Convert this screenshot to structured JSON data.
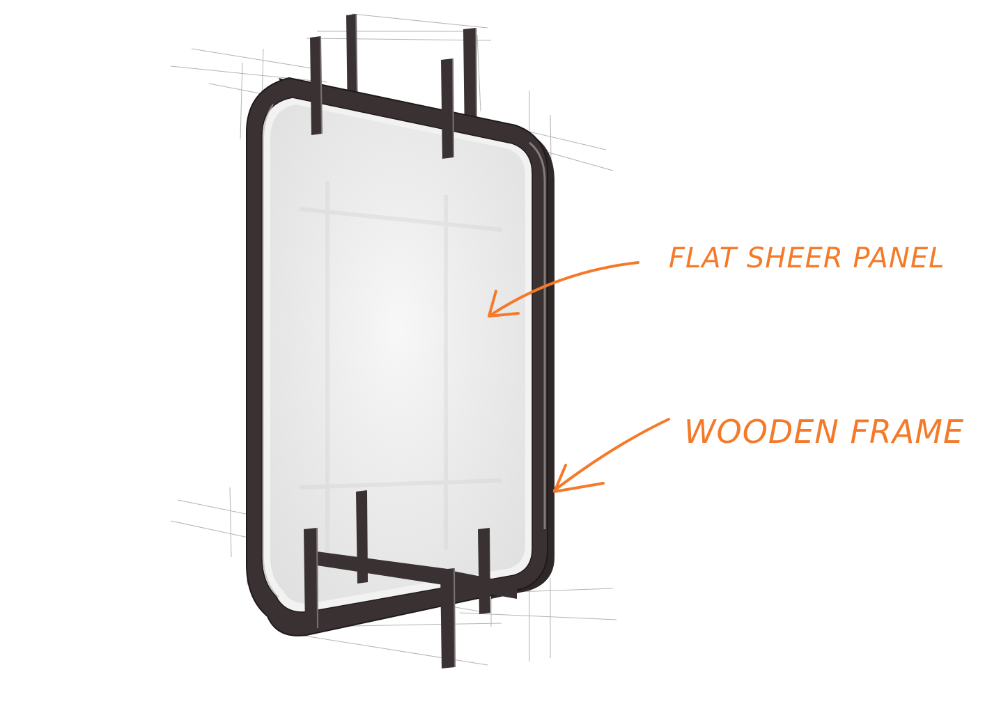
{
  "colors": {
    "background": "#ffffff",
    "frame": "#3a3232",
    "frame_highlight": "#8a8080",
    "panel": "#f1f1f1",
    "panel_shadow": "#d9d9d9",
    "construction_lines": "#9a9a9a",
    "annotation": "#f47a2a"
  },
  "annotations": [
    {
      "id": "panel",
      "label": "FLAT SHEER PANEL",
      "target": "sheer-panel"
    },
    {
      "id": "frame",
      "label": "WOODEN FRAME",
      "target": "wooden-frame"
    }
  ]
}
